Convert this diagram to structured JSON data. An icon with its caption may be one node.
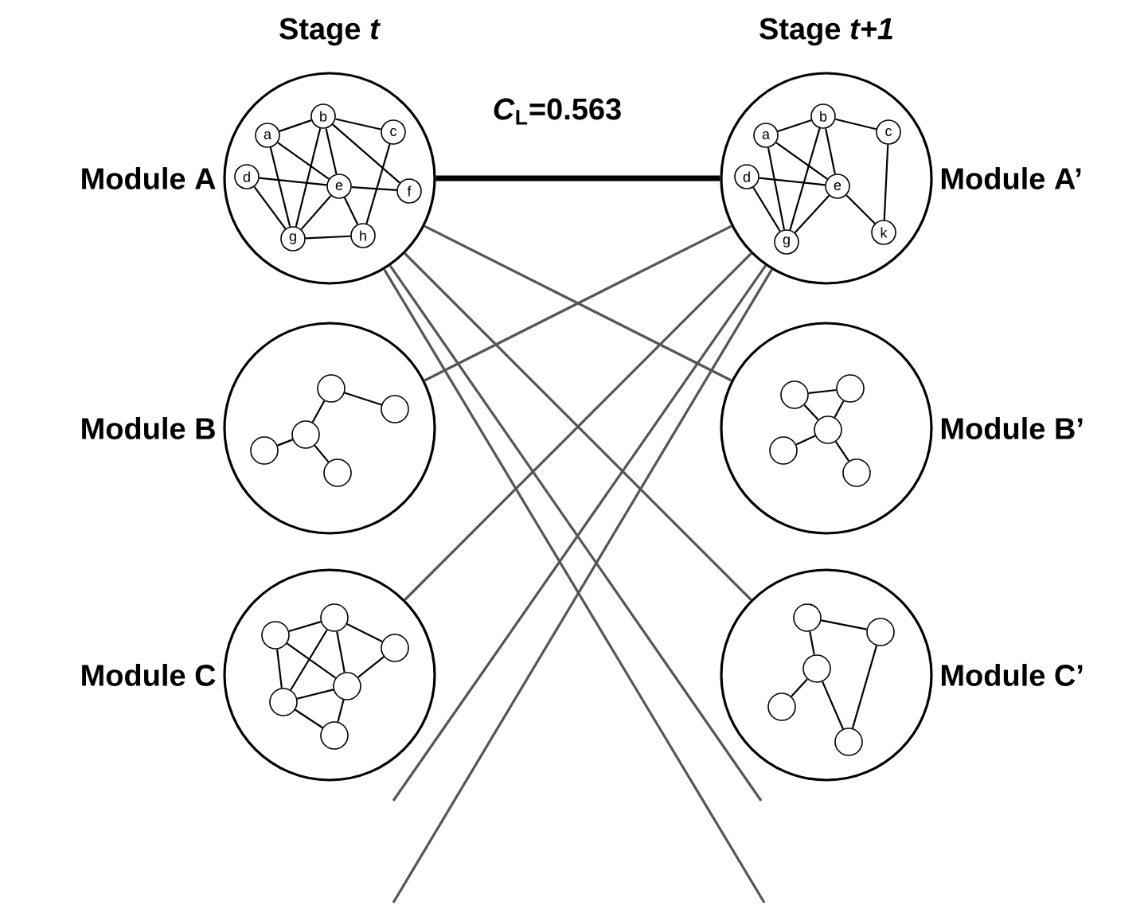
{
  "diagram": {
    "nodes": [
      {
        "text": [
          "Module A"
        ]
      },
      {
        "text": [
          "a"
        ],
        "in": 0
      },
      {
        "text": [
          "b"
        ],
        "in": 0
      },
      {
        "text": [
          "c"
        ],
        "in": 0
      },
      {
        "text": [
          "d"
        ],
        "in": 0
      },
      {
        "text": [
          "e"
        ],
        "in": 0
      },
      {
        "text": [
          "f"
        ],
        "in": 0
      },
      {
        "text": [
          "g"
        ],
        "in": 0
      },
      {
        "text": [
          "h"
        ],
        "in": 0
      },
      {
        "text": [
          "Module A’"
        ]
      },
      {
        "text": [
          "a"
        ],
        "in": 9
      },
      {
        "text": [
          "b"
        ],
        "in": 9
      },
      {
        "text": [
          "c"
        ],
        "in": 9
      },
      {
        "text": [
          "d"
        ],
        "in": 9
      },
      {
        "text": [
          "e"
        ],
        "in": 9
      },
      {
        "text": [
          "g"
        ],
        "in": 9
      },
      {
        "text": [
          "k"
        ],
        "in": 9
      },
      {
        "text": [
          "Module B"
        ]
      },
      {
        "text": [],
        "shape": "circle",
        "in": 17
      },
      {
        "text": [],
        "shape": "circle",
        "in": 17
      },
      {
        "text": [],
        "shape": "circle",
        "in": 17
      },
      {
        "text": [],
        "shape": "circle",
        "in": 17
      },
      {
        "text": [],
        "shape": "circle",
        "in": 17
      },
      {
        "text": [
          "Module B’"
        ]
      },
      {
        "text": [],
        "shape": "circle",
        "in": 23
      },
      {
        "text": [],
        "shape": "circle",
        "in": 23
      },
      {
        "text": [],
        "shape": "circle",
        "in": 23
      },
      {
        "text": [],
        "shape": "circle",
        "in": 23
      },
      {
        "text": [],
        "shape": "circle",
        "in": 23
      },
      {
        "text": [
          "Module C"
        ]
      },
      {
        "text": [],
        "shape": "circle",
        "in": 29
      },
      {
        "text": [],
        "shape": "circle",
        "in": 29
      },
      {
        "text": [],
        "shape": "circle",
        "in": 29
      },
      {
        "text": [],
        "shape": "circle",
        "in": 29
      },
      {
        "text": [],
        "shape": "circle",
        "in": 29
      },
      {
        "text": [],
        "shape": "circle",
        "in": 29
      },
      {
        "text": [
          "Module C’"
        ]
      },
      {
        "text": [],
        "shape": "circle",
        "in": 36
      },
      {
        "text": [],
        "shape": "circle",
        "in": 36
      },
      {
        "text": [],
        "shape": "circle",
        "in": 36
      },
      {
        "text": [],
        "shape": "circle",
        "in": 36
      },
      {
        "text": [],
        "shape": "circle",
        "in": 36
      }
    ],
    "edges": [
      {
        "from": 0,
        "to": 9,
        "arrow": "none",
        "style": "thick",
        "label": "*C*$_{L}$=0.563"
      },
      {
        "from": 0,
        "to": 23,
        "arrow": "none",
        "color": "#555555"
      },
      {
        "from": 0,
        "to": 36,
        "arrow": "none",
        "color": "#555555"
      },
      {
        "from": 0,
        "to": null,
        "arrow": "none",
        "color": "#555555"
      },
      {
        "from": 0,
        "to": null,
        "arrow": "none",
        "color": "#555555"
      },
      {
        "from": 9,
        "to": 17,
        "arrow": "none",
        "color": "#555555"
      },
      {
        "from": 9,
        "to": 29,
        "arrow": "none",
        "color": "#555555"
      },
      {
        "from": 9,
        "to": null,
        "arrow": "none",
        "color": "#555555"
      },
      {
        "from": 9,
        "to": null,
        "arrow": "none",
        "color": "#555555"
      },
      {
        "from": 1,
        "to": 2,
        "arrow": "none"
      },
      {
        "from": 2,
        "to": 3,
        "arrow": "none"
      },
      {
        "from": 1,
        "to": 5,
        "arrow": "none"
      },
      {
        "from": 1,
        "to": 7,
        "arrow": "none"
      },
      {
        "from": 2,
        "to": 5,
        "arrow": "none"
      },
      {
        "from": 2,
        "to": 7,
        "arrow": "none"
      },
      {
        "from": 2,
        "to": 6,
        "arrow": "none"
      },
      {
        "from": 3,
        "to": 8,
        "arrow": "none"
      },
      {
        "from": 4,
        "to": 5,
        "arrow": "none"
      },
      {
        "from": 4,
        "to": 7,
        "arrow": "none"
      },
      {
        "from": 5,
        "to": 6,
        "arrow": "none"
      },
      {
        "from": 5,
        "to": 7,
        "arrow": "none"
      },
      {
        "from": 5,
        "to": 8,
        "arrow": "none"
      },
      {
        "from": 7,
        "to": 8,
        "arrow": "none"
      },
      {
        "from": 10,
        "to": 11,
        "arrow": "none"
      },
      {
        "from": 11,
        "to": 12,
        "arrow": "none"
      },
      {
        "from": 10,
        "to": 14,
        "arrow": "none"
      },
      {
        "from": 10,
        "to": 15,
        "arrow": "none"
      },
      {
        "from": 11,
        "to": 14,
        "arrow": "none"
      },
      {
        "from": 11,
        "to": 15,
        "arrow": "none"
      },
      {
        "from": 12,
        "to": 16,
        "arrow": "none"
      },
      {
        "from": 13,
        "to": 14,
        "arrow": "none"
      },
      {
        "from": 13,
        "to": 15,
        "arrow": "none"
      },
      {
        "from": 14,
        "to": 15,
        "arrow": "none"
      },
      {
        "from": 14,
        "to": 16,
        "arrow": "none"
      },
      {
        "from": 18,
        "to": 19,
        "arrow": "none"
      },
      {
        "from": 18,
        "to": 20,
        "arrow": "none"
      },
      {
        "from": 20,
        "to": 21,
        "arrow": "none"
      },
      {
        "from": 20,
        "to": 22,
        "arrow": "none"
      },
      {
        "from": 24,
        "to": 25,
        "arrow": "none"
      },
      {
        "from": 24,
        "to": 26,
        "arrow": "none"
      },
      {
        "from": 25,
        "to": 26,
        "arrow": "none"
      },
      {
        "from": 26,
        "to": 27,
        "arrow": "none"
      },
      {
        "from": 26,
        "to": 28,
        "arrow": "none"
      },
      {
        "from": 31,
        "to": 30,
        "arrow": "none"
      },
      {
        "from": 30,
        "to": 32,
        "arrow": "none"
      },
      {
        "from": 31,
        "to": 33,
        "arrow": "none"
      },
      {
        "from": 30,
        "to": 34,
        "arrow": "none"
      },
      {
        "from": 30,
        "to": 33,
        "arrow": "none"
      },
      {
        "from": 32,
        "to": 33,
        "arrow": "none"
      },
      {
        "from": 31,
        "to": 34,
        "arrow": "none"
      },
      {
        "from": 34,
        "to": 33,
        "arrow": "none"
      },
      {
        "from": 34,
        "to": 35,
        "arrow": "none"
      },
      {
        "from": 33,
        "to": 35,
        "arrow": "none"
      },
      {
        "from": 37,
        "to": 38,
        "arrow": "none"
      },
      {
        "from": 37,
        "to": 39,
        "arrow": "none"
      },
      {
        "from": 38,
        "to": 41,
        "arrow": "none"
      },
      {
        "from": 39,
        "to": 40,
        "arrow": "none"
      },
      {
        "from": 39,
        "to": 41,
        "arrow": "none"
      }
    ],
    "labels": [
      "Stage *t*",
      "Stage *t+1*"
    ]
  }
}
